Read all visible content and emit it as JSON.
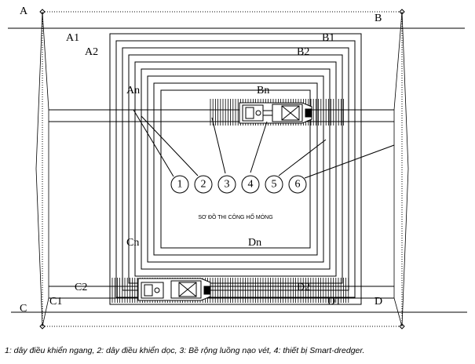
{
  "diagram": {
    "title": "SƠ ĐỒ THI CÔNG HỐ MÓNG",
    "corner_labels": {
      "a": "A",
      "b": "B",
      "c": "C",
      "d": "D",
      "a1": "A1",
      "a2": "A2",
      "an": "An",
      "b1": "B1",
      "b2": "B2",
      "bn": "Bn",
      "c1": "C1",
      "c2": "C2",
      "cn": "Cn",
      "d1": "D1",
      "d2": "D2",
      "dn": "Dn"
    },
    "callouts": [
      "1",
      "2",
      "3",
      "4",
      "5",
      "6"
    ]
  },
  "caption": "1: dây điều khiển ngang, 2: dây điều khiển dọc, 3: Bề rộng luồng nạo vét, 4: thiết bị Smart-dredger."
}
